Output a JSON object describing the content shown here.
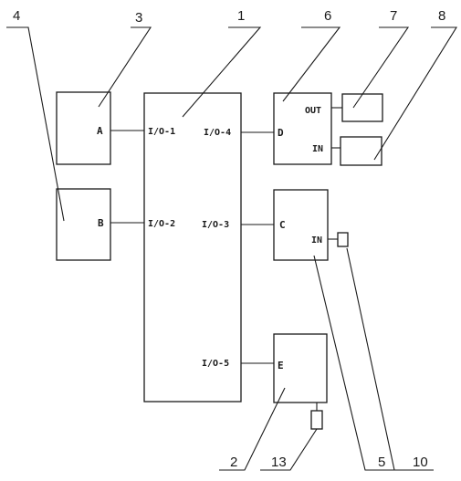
{
  "blocks": {
    "main": {
      "ports": {
        "p1": "I/O-1",
        "p2": "I/O-2",
        "p3": "I/O-3",
        "p4": "I/O-4",
        "p5": "I/O-5"
      }
    },
    "a": {
      "label": "A"
    },
    "b": {
      "label": "B"
    },
    "c": {
      "label": "C",
      "pin_in": "IN"
    },
    "d": {
      "label": "D",
      "pin_out": "OUT",
      "pin_in": "IN"
    },
    "e": {
      "label": "E"
    }
  },
  "callouts": {
    "n1": "1",
    "n2": "2",
    "n3": "3",
    "n4": "4",
    "n5": "5",
    "n6": "6",
    "n7": "7",
    "n8": "8",
    "n10": "10",
    "n13": "13"
  }
}
